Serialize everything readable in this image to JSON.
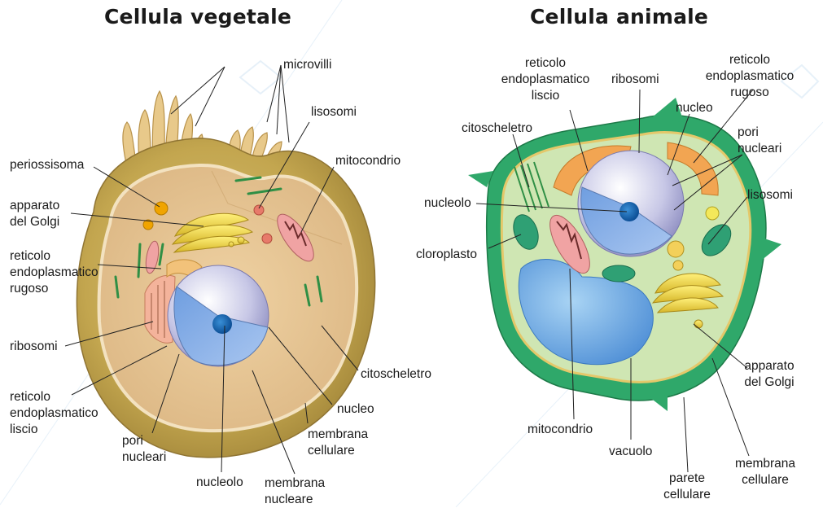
{
  "titles": {
    "left": "Cellula vegetale",
    "right": "Cellula animale"
  },
  "left_labels": {
    "microvilli": "microvilli",
    "lisosomi": "lisosomi",
    "mitocondrio": "mitocondrio",
    "periossisoma": "periossisoma",
    "golgi_1": "apparato",
    "golgi_2": "del Golgi",
    "rer_1": "reticolo",
    "rer_2": "endoplasmatico",
    "rer_3": "rugoso",
    "ribosomi": "ribosomi",
    "ser_1": "reticolo",
    "ser_2": "endoplasmatico",
    "ser_3": "liscio",
    "pori_1": "pori",
    "pori_2": "nucleari",
    "nucleolo": "nucleolo",
    "membrana_nucleare_1": "membrana",
    "membrana_nucleare_2": "nucleare",
    "membrana_cellulare_1": "membrana",
    "membrana_cellulare_2": "cellulare",
    "nucleo": "nucleo",
    "citoscheletro": "citoscheletro"
  },
  "right_labels": {
    "ser_1": "reticolo",
    "ser_2": "endoplasmatico",
    "ser_3": "liscio",
    "ribosomi": "ribosomi",
    "rer_1": "reticolo",
    "rer_2": "endoplasmatico",
    "rer_3": "rugoso",
    "nucleo": "nucleo",
    "citoscheletro": "citoscheletro",
    "pori_1": "pori",
    "pori_2": "nucleari",
    "lisosomi": "lisosomi",
    "nucleolo": "nucleolo",
    "cloroplasto": "cloroplasto",
    "golgi_1": "apparato",
    "golgi_2": "del Golgi",
    "mitocondrio": "mitocondrio",
    "vacuolo": "vacuolo",
    "membrana_cellulare_1": "membrana",
    "membrana_cellulare_2": "cellulare",
    "parete_1": "parete",
    "parete_2": "cellulare"
  }
}
